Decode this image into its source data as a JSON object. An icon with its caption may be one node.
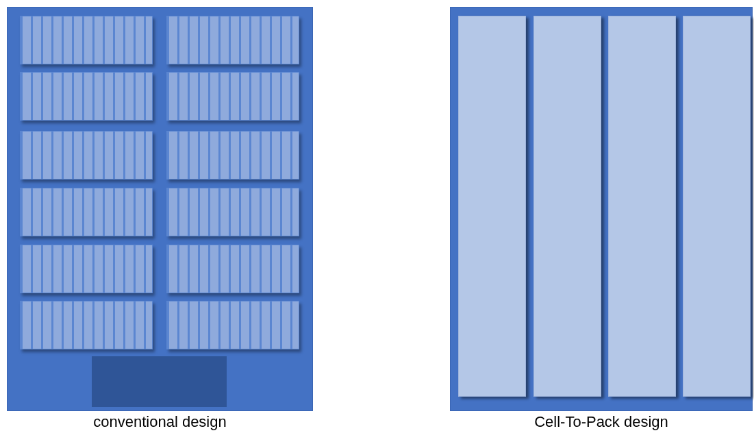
{
  "diagram": {
    "nodes": [
      {
        "text": [
          "conventional design"
        ]
      },
      {
        "text": [],
        "shape": "box",
        "in": 0
      },
      {
        "text": [],
        "shape": "box",
        "in": 0
      },
      {
        "text": [],
        "shape": "box",
        "in": 0
      },
      {
        "text": [],
        "shape": "box",
        "in": 0
      },
      {
        "text": [],
        "shape": "box",
        "in": 0
      },
      {
        "text": [],
        "shape": "box",
        "in": 0
      },
      {
        "text": [],
        "shape": "box",
        "in": 0
      },
      {
        "text": [],
        "shape": "box",
        "in": 0
      },
      {
        "text": [],
        "shape": "box",
        "in": 0
      },
      {
        "text": [],
        "shape": "box",
        "in": 0
      },
      {
        "text": [],
        "shape": "box",
        "in": 0
      },
      {
        "text": [],
        "shape": "box",
        "in": 0
      },
      {
        "text": [],
        "shape": "box",
        "in": 0
      },
      {
        "text": [
          "Cell-To-Pack design"
        ]
      },
      {
        "text": [],
        "shape": "bar",
        "in": 14
      },
      {
        "text": [],
        "shape": "bar",
        "in": 14
      },
      {
        "text": [],
        "shape": "bar",
        "in": 14
      },
      {
        "text": [],
        "shape": "bar",
        "in": 14
      }
    ]
  }
}
